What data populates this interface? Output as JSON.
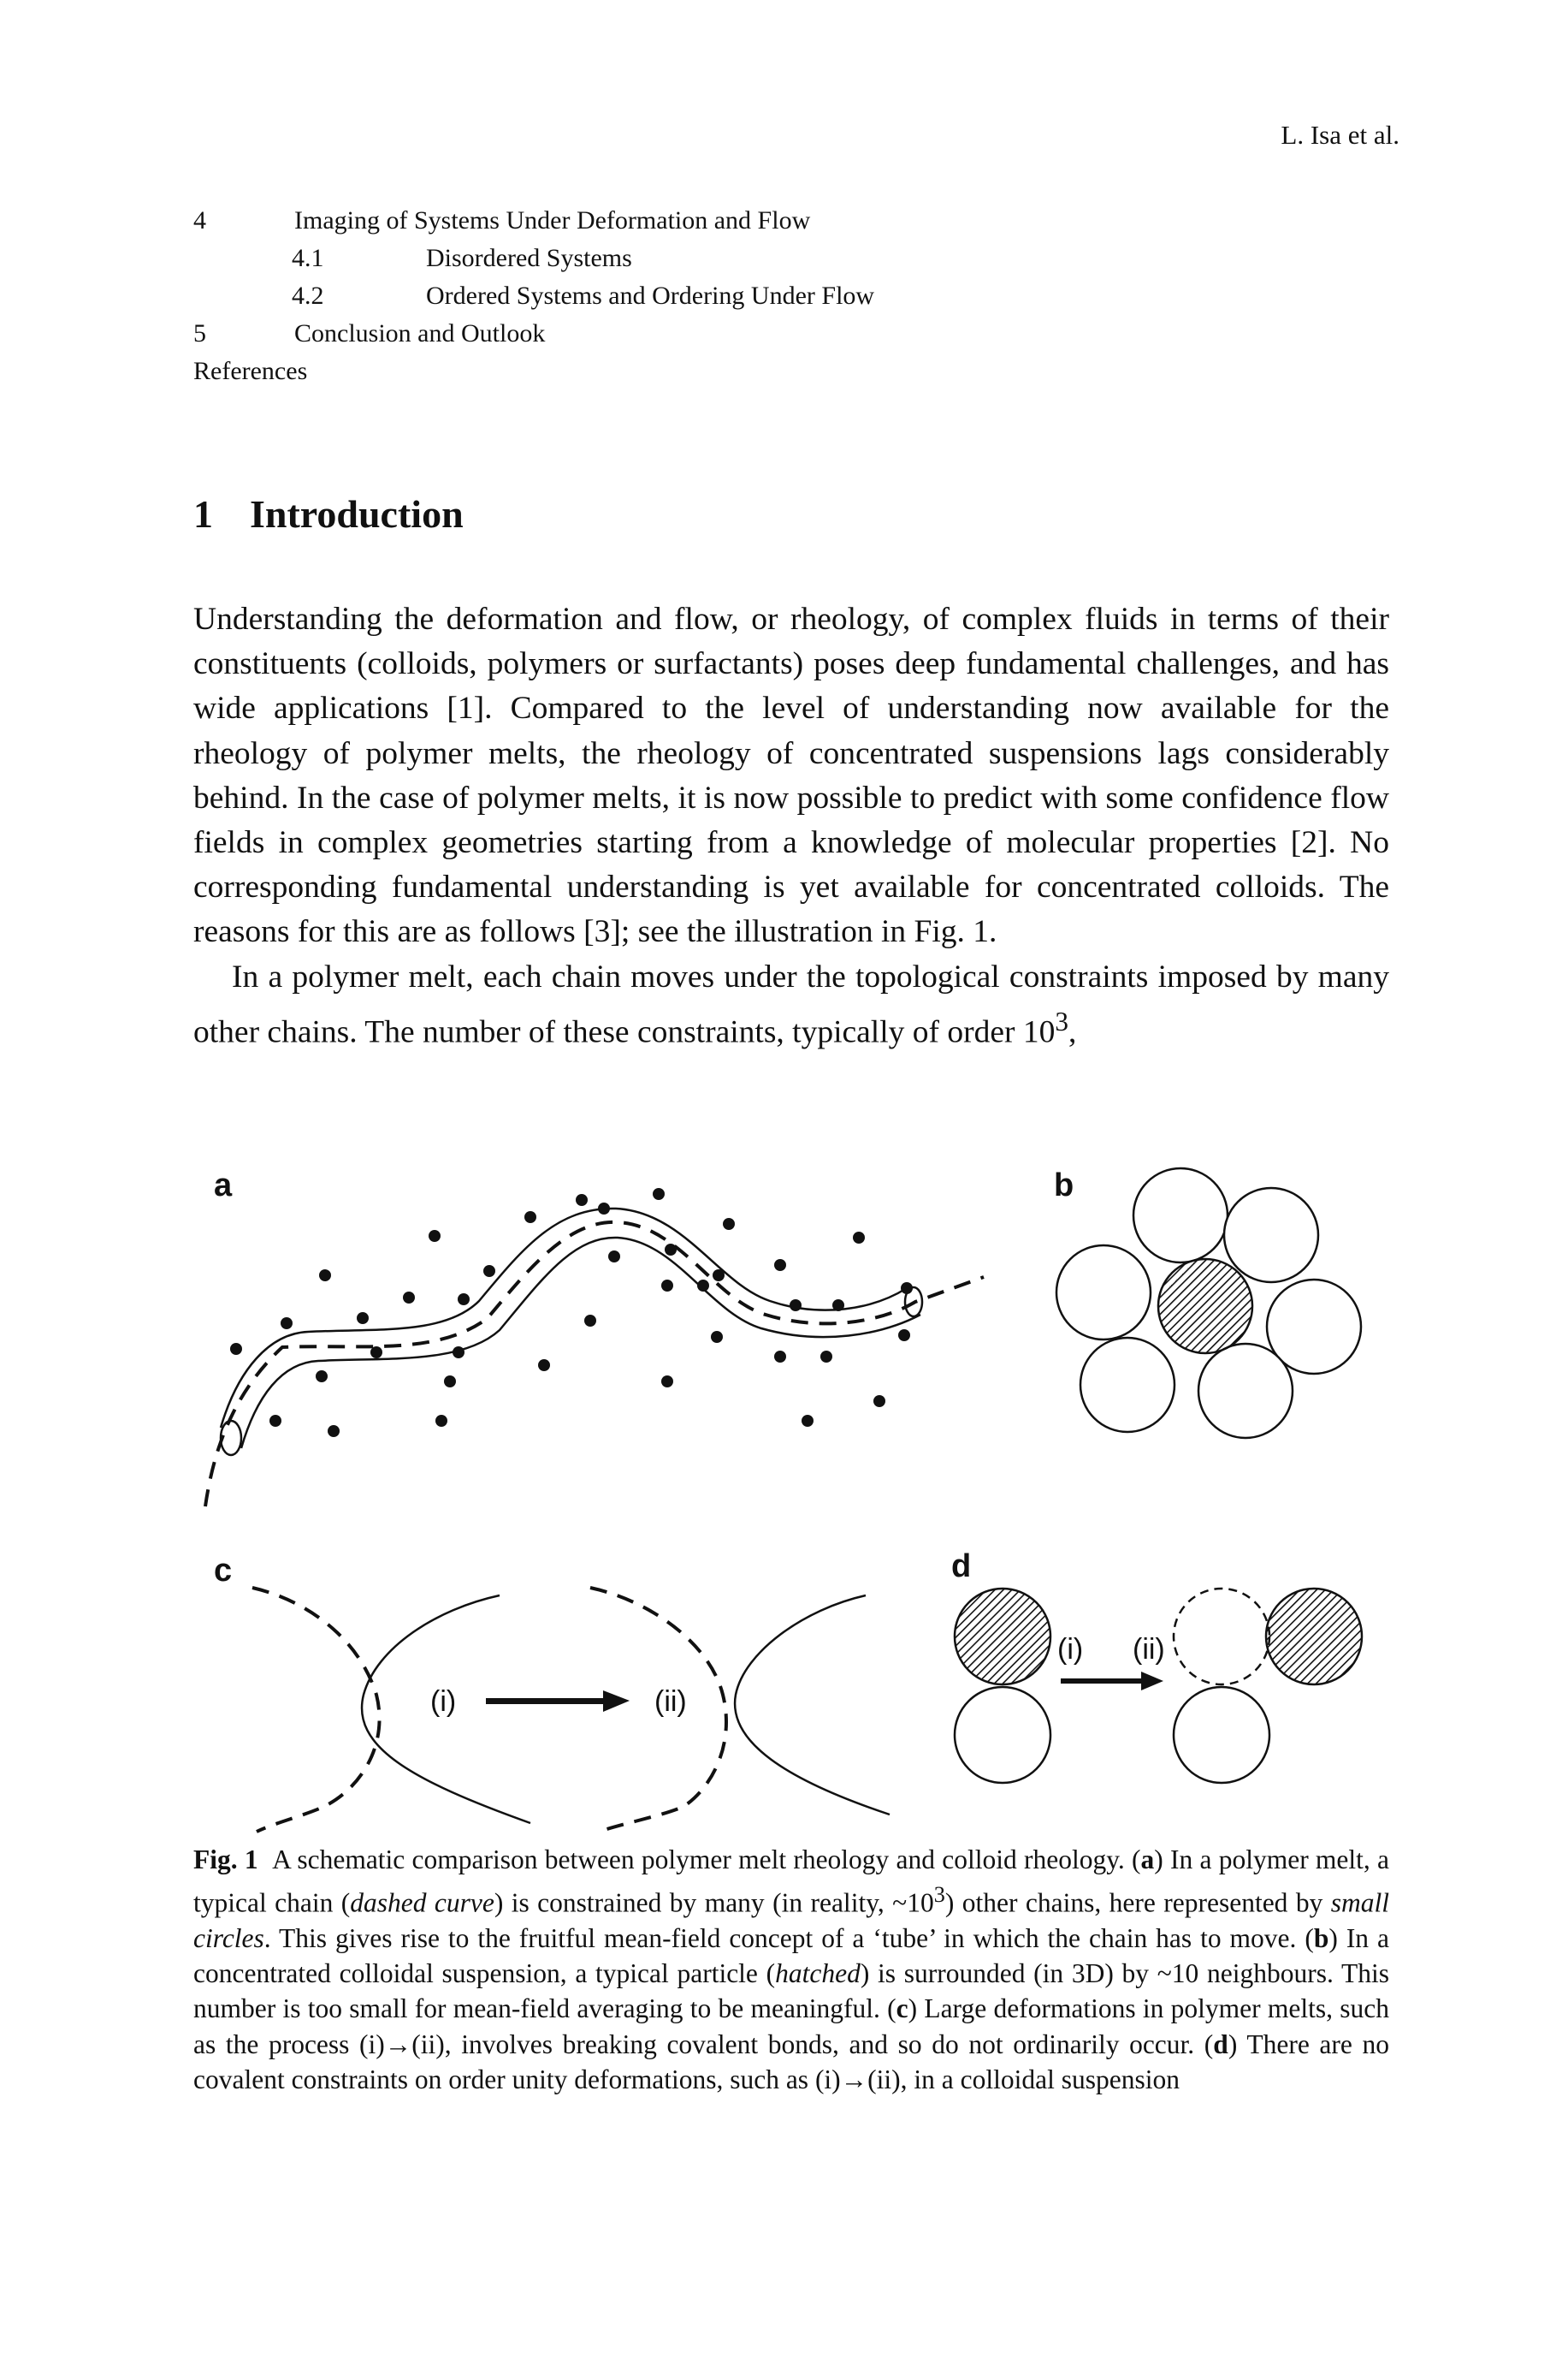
{
  "header": {
    "author": "L. Isa et al."
  },
  "toc": [
    {
      "num": "4",
      "title": "Imaging of Systems Under Deformation and Flow",
      "level": 1
    },
    {
      "num": "4.1",
      "title": "Disordered Systems",
      "level": 2
    },
    {
      "num": "4.2",
      "title": "Ordered Systems and Ordering Under Flow",
      "level": 2
    },
    {
      "num": "5",
      "title": "Conclusion and Outlook",
      "level": 1
    },
    {
      "num": "",
      "title": "References",
      "level": 1
    }
  ],
  "section": {
    "num": "1",
    "title": "Introduction"
  },
  "body": {
    "p1": "Understanding the deformation and flow, or rheology, of complex fluids in terms of their constituents (colloids, polymers or surfactants) poses deep fundamental challenges, and has wide applications [1]. Compared to the level of understanding now available for the rheology of polymer melts, the rheology of concentrated suspensions lags considerably behind. In the case of polymer melts, it is now possible to predict with some confidence flow fields in complex geometries starting from a knowledge of molecular properties [2]. No corresponding fundamental understanding is yet available for concentrated colloids. The reasons for this are as follows [3]; see the illustration in Fig. 1.",
    "p2_before": "In a polymer melt, each chain moves under the topological constraints imposed by many other chains. The number of these constraints, typically of order 10",
    "p2_sup": "3",
    "p2_after": ","
  },
  "figure": {
    "panel_labels": {
      "a": "a",
      "b": "b",
      "c": "c",
      "d": "d"
    },
    "c_labels": {
      "i": "(i)",
      "ii": "(ii)"
    },
    "d_labels": {
      "i": "(i)",
      "ii": "(ii)"
    }
  },
  "caption": {
    "fig_label": "Fig. 1",
    "t1": "A schematic comparison between polymer melt rheology and colloid rheology. (",
    "a": "a",
    "t2": ") In a polymer melt, a typical chain (",
    "i1": "dashed curve",
    "t3": ") is constrained by many (in reality, ~10",
    "sup": "3",
    "t4": ") other chains, here represented by ",
    "i2": "small circles",
    "t5": ". This gives rise to the fruitful mean-field concept of a ‘tube’ in which the chain has to move. (",
    "b": "b",
    "t6": ") In a concentrated colloidal suspension, a typical particle (",
    "i3": "hatched",
    "t7": ") is surrounded (in 3D) by ~10 neighbours. This number is too small for mean-field averaging to be meaningful. (",
    "c": "c",
    "t8": ") Large deformations in polymer melts, such as the process (i)→(ii), involves breaking covalent bonds, and so do not ordinarily occur. (",
    "d": "d",
    "t9": ") There are no covalent constraints on order unity deformations, such as (i)→(ii), in a colloidal suspension"
  }
}
